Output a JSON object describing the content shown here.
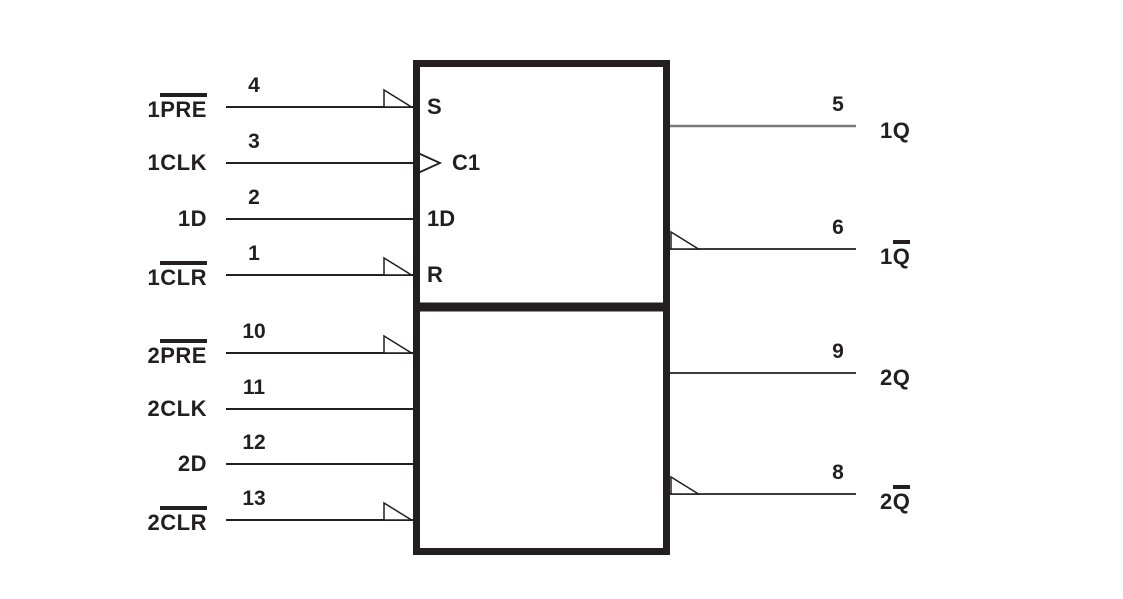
{
  "symbol": {
    "kind": "dual-d-type-flip-flop-logic-symbol",
    "sections": 2
  },
  "inputs": [
    {
      "pin": "4",
      "label_plain": "1",
      "label_overline": "PRE",
      "port_label": "S",
      "indicator": "active-low-triangle"
    },
    {
      "pin": "3",
      "label_plain": "1CLK",
      "label_overline": "",
      "port_label": "C1",
      "indicator": "clock-edge-chevron"
    },
    {
      "pin": "2",
      "label_plain": "1D",
      "label_overline": "",
      "port_label": "1D",
      "indicator": "none"
    },
    {
      "pin": "1",
      "label_plain": "1",
      "label_overline": "CLR",
      "port_label": "R",
      "indicator": "active-low-triangle"
    },
    {
      "pin": "10",
      "label_plain": "2",
      "label_overline": "PRE",
      "port_label": "",
      "indicator": "active-low-triangle"
    },
    {
      "pin": "11",
      "label_plain": "2CLK",
      "label_overline": "",
      "port_label": "",
      "indicator": "none"
    },
    {
      "pin": "12",
      "label_plain": "2D",
      "label_overline": "",
      "port_label": "",
      "indicator": "none"
    },
    {
      "pin": "13",
      "label_plain": "2",
      "label_overline": "CLR",
      "port_label": "",
      "indicator": "active-low-triangle"
    }
  ],
  "outputs": [
    {
      "pin": "5",
      "label_plain": "1Q",
      "label_overline": "",
      "indicator": "none"
    },
    {
      "pin": "6",
      "label_plain": "1",
      "label_overline": "Q",
      "indicator": "active-low-triangle"
    },
    {
      "pin": "9",
      "label_plain": "2Q",
      "label_overline": "",
      "indicator": "none"
    },
    {
      "pin": "8",
      "label_plain": "2",
      "label_overline": "Q",
      "indicator": "active-low-triangle"
    }
  ],
  "colors": {
    "ink": "#231f20",
    "q1_wire": "#7a7a7a",
    "background": "#ffffff"
  }
}
